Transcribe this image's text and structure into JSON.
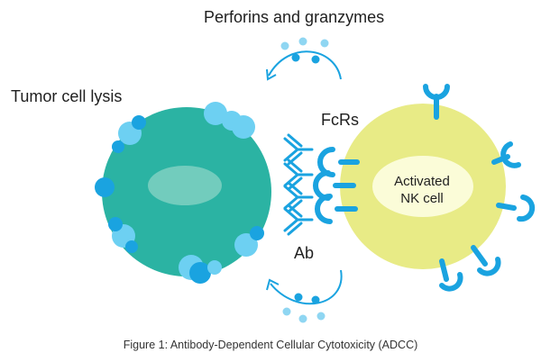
{
  "labels": {
    "perforins": "Perforins and granzymes",
    "tumor_lysis": "Tumor cell lysis",
    "fcrs": "FcRs",
    "ab": "Ab",
    "nk_line1": "Activated",
    "nk_line2": "NK cell"
  },
  "caption": "Figure 1: Antibody-Dependent Cellular Cytotoxicity (ADCC)",
  "colors": {
    "tumor_cell": "#2bb3a3",
    "tumor_nucleus": "#72ccbd",
    "nk_cell": "#e8eb86",
    "nk_nucleus": "#fbfcd8",
    "receptor": "#1aa3e0",
    "granule_dark": "#1aa3e0",
    "granule_light": "#8fd6f2",
    "bleb": "#6dd0f2"
  }
}
